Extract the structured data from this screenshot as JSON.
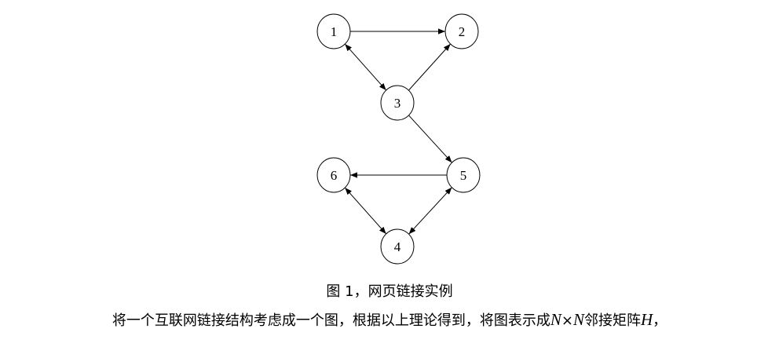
{
  "diagram": {
    "nodes": [
      {
        "id": "1",
        "label": "1"
      },
      {
        "id": "2",
        "label": "2"
      },
      {
        "id": "3",
        "label": "3"
      },
      {
        "id": "4",
        "label": "4"
      },
      {
        "id": "5",
        "label": "5"
      },
      {
        "id": "6",
        "label": "6"
      }
    ],
    "edges": [
      {
        "from": "1",
        "to": "2",
        "bidirectional": false
      },
      {
        "from": "1",
        "to": "3",
        "bidirectional": true
      },
      {
        "from": "3",
        "to": "2",
        "bidirectional": false
      },
      {
        "from": "3",
        "to": "5",
        "bidirectional": false
      },
      {
        "from": "5",
        "to": "6",
        "bidirectional": false
      },
      {
        "from": "6",
        "to": "4",
        "bidirectional": true
      },
      {
        "from": "4",
        "to": "5",
        "bidirectional": true
      }
    ]
  },
  "caption": "图 1，网页链接实例",
  "body": {
    "part1": "将一个互联网链接结构考虑成一个图，根据以上理论得到，将图表示成",
    "n1": "N",
    "times": "×",
    "n2": "N",
    "part2": "邻接矩阵",
    "h": "H",
    "part3": "，"
  }
}
